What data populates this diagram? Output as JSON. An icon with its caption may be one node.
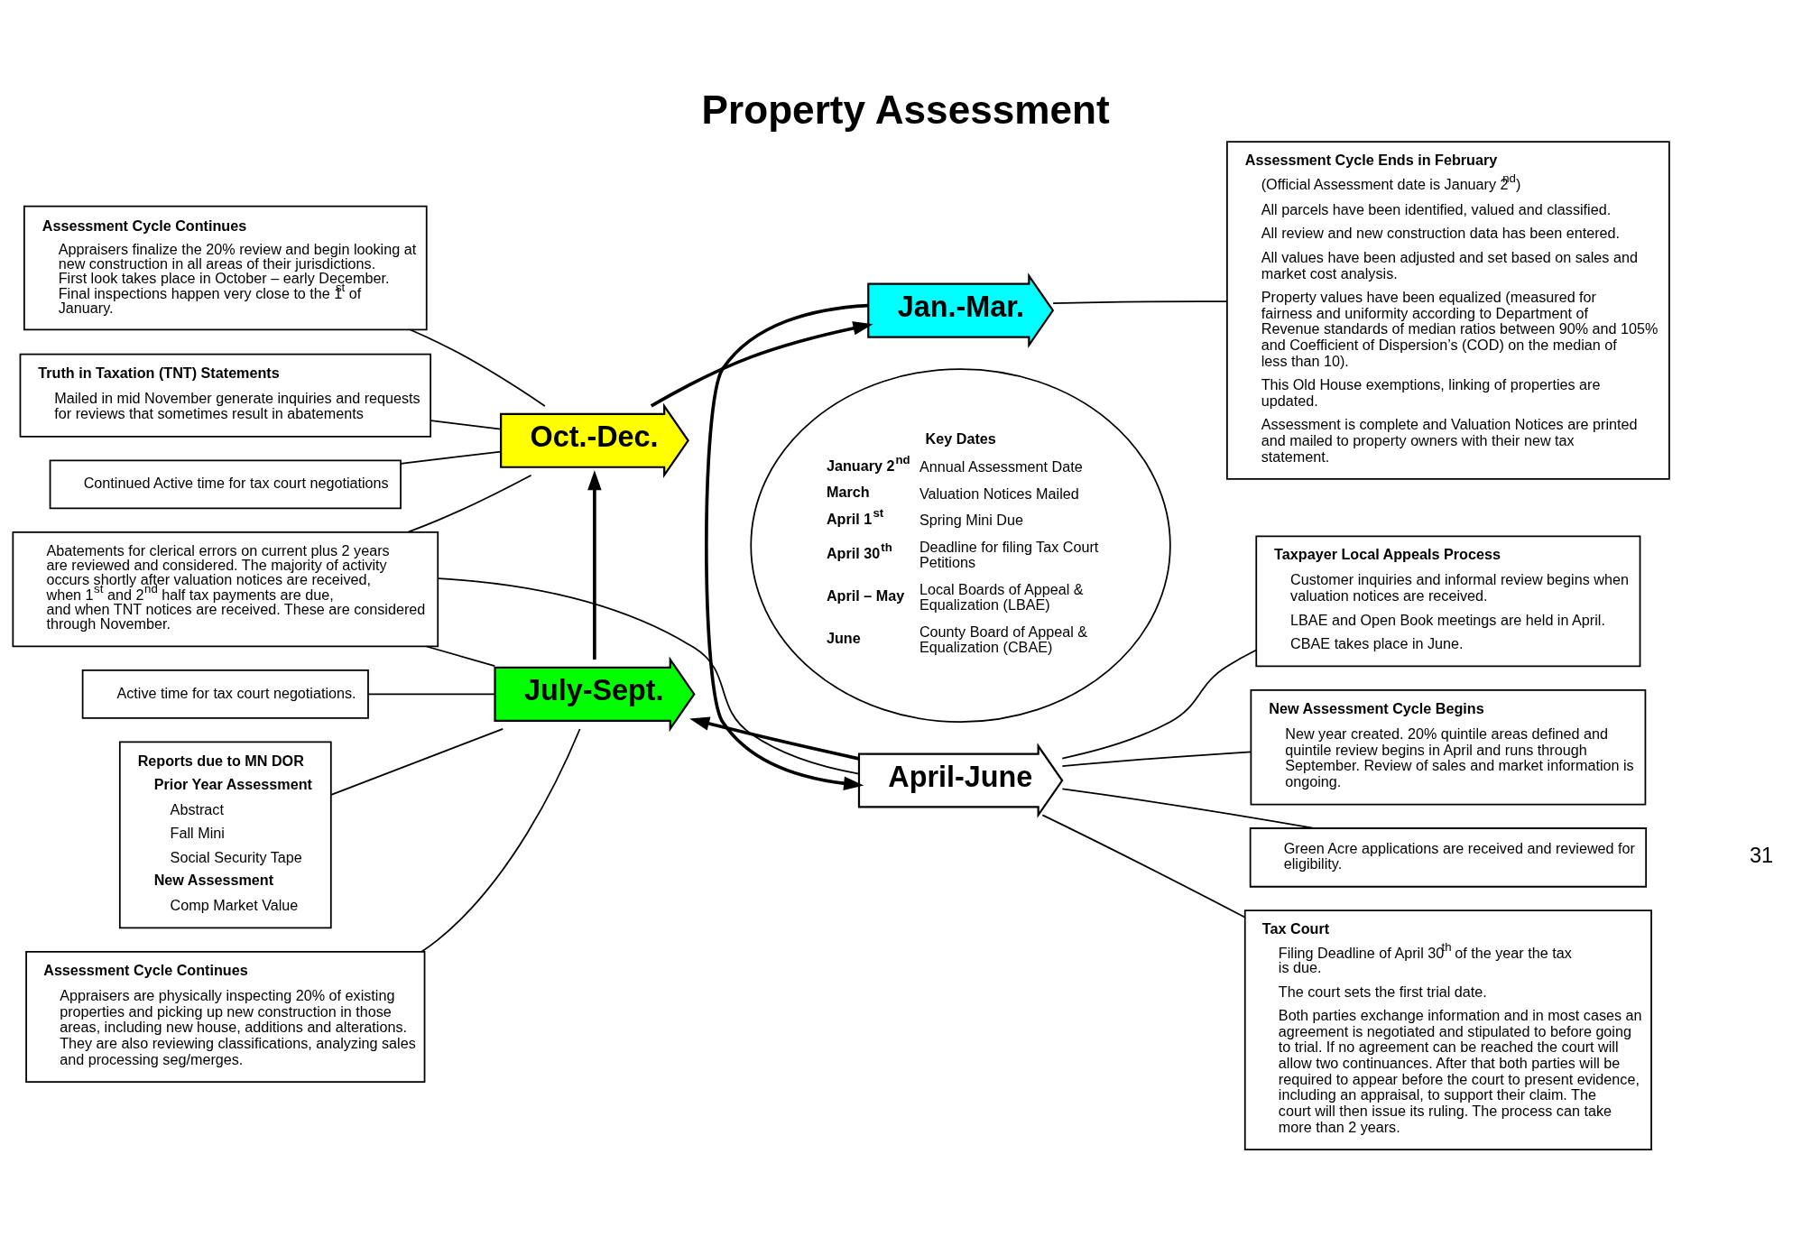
{
  "diagram": {
    "title": "Property Assessment",
    "nodes": [
      {
        "text": [
          "Truth in Taxation (TNT) Statements",
          "Mailed in mid November generate inquiries and requests for reviews that sometimes result in abatements"
        ]
      },
      {
        "text": [
          "Continued Active time for tax court negotiations"
        ]
      },
      {
        "text": [
          "Assessment Cycle Continues",
          "Appraisers finalize the 20% review and begin looking at new construction in all areas of their jurisdictions. First look takes place in October – early December. Final inspections happen very close to the 1$^{st}$ of January."
        ]
      },
      {
        "text": [
          "Reports due to MN DOR",
          "Prior Year Assessment",
          "Abstract",
          "Fall Mini",
          "Social Security Tape",
          "New Assessment",
          "Comp Market Value"
        ]
      },
      {
        "text": [
          "Assessment Cycle Continues",
          "Appraisers are physically inspecting 20% of existing properties and picking up new construction in those areas, including new house, additions and alterations. They are also reviewing classifications, analyzing sales and processing seg/merges."
        ]
      },
      {
        "text": [
          "Active time for tax court negotiations."
        ]
      },
      {
        "text": [
          "Abatements for clerical errors on current plus 2 years are reviewed and considered. The majority of activity occurs shortly after valuation notices are received, when 1$^{st}$ and 2$^{nd}$ half tax payments are due, and when TNT notices are received. These are considered through November."
        ]
      },
      {
        "text": [
          "Assessment Cycle Ends in February",
          "(Official Assessment date is January 2$^{nd}$)",
          "All parcels have been identified, valued and classified.",
          "All review and new construction data has been entered.",
          "All values have been adjusted and set based on sales and market cost analysis.",
          "Property values have been equalized (measured for fairness and uniformity according to Department of Revenue standards of median ratios between 90% and 105% and Coefficient of Dispersion’s (COD) on the median of less than 10).",
          "This Old House exemptions, linking of properties are updated.",
          "Assessment is complete and Valuation Notices are printed and mailed to property owners with their new tax statement."
        ]
      },
      {
        "text": [
          "Tax Court",
          "Filing Deadline of April 30$^{th}$ of the year the tax is due.",
          "The court sets the first trial date.",
          "Both parties exchange information and in most cases an agreement is negotiated and stipulated to before going to trial. If no agreement can be reached the court will allow two continuances. After that both parties will be required to appear before the court to present evidence, including an appraisal, to support their claim. The court will then issue its ruling. The process can take more than 2 years."
        ]
      },
      {
        "text": [
          "Taxpayer Local Appeals Process",
          "Customer inquiries and informal review begins when valuation notices are received.",
          "LBAE and Open Book meetings are held in April.",
          "CBAE takes place in June."
        ]
      },
      {
        "text": [
          "New Assessment Cycle Begins",
          "New year created. 20% quintile areas defined and quintile review begins in April and runs through September. Review of sales and market information is ongoing."
        ]
      },
      {
        "text": [
          "Green Acre applications are received and reviewed for eligibility."
        ]
      },
      {
        "text": [
          "Oct.-Dec."
        ]
      },
      {
        "text": [
          "Jan.-Mar."
        ]
      },
      {
        "text": [
          "April-June"
        ]
      },
      {
        "text": [
          "July-Sept."
        ]
      },
      {
        "text": [
          "Key Dates",
          "January 2$^{nd}$",
          "Annual Assessment Date",
          "March",
          "Valuation Notices Mailed",
          "April 1$^{st}$",
          "Spring Mini Due",
          "April 30$^{th}$",
          "Deadline for filing Tax Court Petitions",
          "April – May",
          "Local Boards of Appeal & Equalization (LBAE)",
          "June",
          "County Board of Appeal & Equalization (CBAE)"
        ]
      }
    ],
    "edges": [
      {
        "from": 12,
        "to": 13,
        "arrow": "to"
      },
      {
        "from": 13,
        "to": 14,
        "arrow": "to"
      },
      {
        "from": 14,
        "to": 15,
        "arrow": "to"
      },
      {
        "from": 15,
        "to": 12,
        "arrow": "to"
      },
      {
        "from": 0,
        "to": 12,
        "arrow": "none"
      },
      {
        "from": 1,
        "to": 12,
        "arrow": "none"
      },
      {
        "from": 2,
        "to": 12,
        "arrow": "none"
      },
      {
        "from": 3,
        "to": 15,
        "arrow": "none"
      },
      {
        "from": 4,
        "to": 15,
        "arrow": "none"
      },
      {
        "from": 5,
        "to": 15,
        "arrow": "none"
      },
      {
        "from": 6,
        "to": 12,
        "arrow": "none"
      },
      {
        "from": 6,
        "to": 15,
        "arrow": "none"
      },
      {
        "from": 6,
        "to": 14,
        "arrow": "none"
      },
      {
        "from": 7,
        "to": 13,
        "arrow": "none"
      },
      {
        "from": 8,
        "to": 14,
        "arrow": "none"
      },
      {
        "from": 9,
        "to": 14,
        "arrow": "none"
      },
      {
        "from": 10,
        "to": 14,
        "arrow": "none"
      },
      {
        "from": 11,
        "to": 14,
        "arrow": "none"
      }
    ],
    "labels": [
      "31"
    ]
  }
}
